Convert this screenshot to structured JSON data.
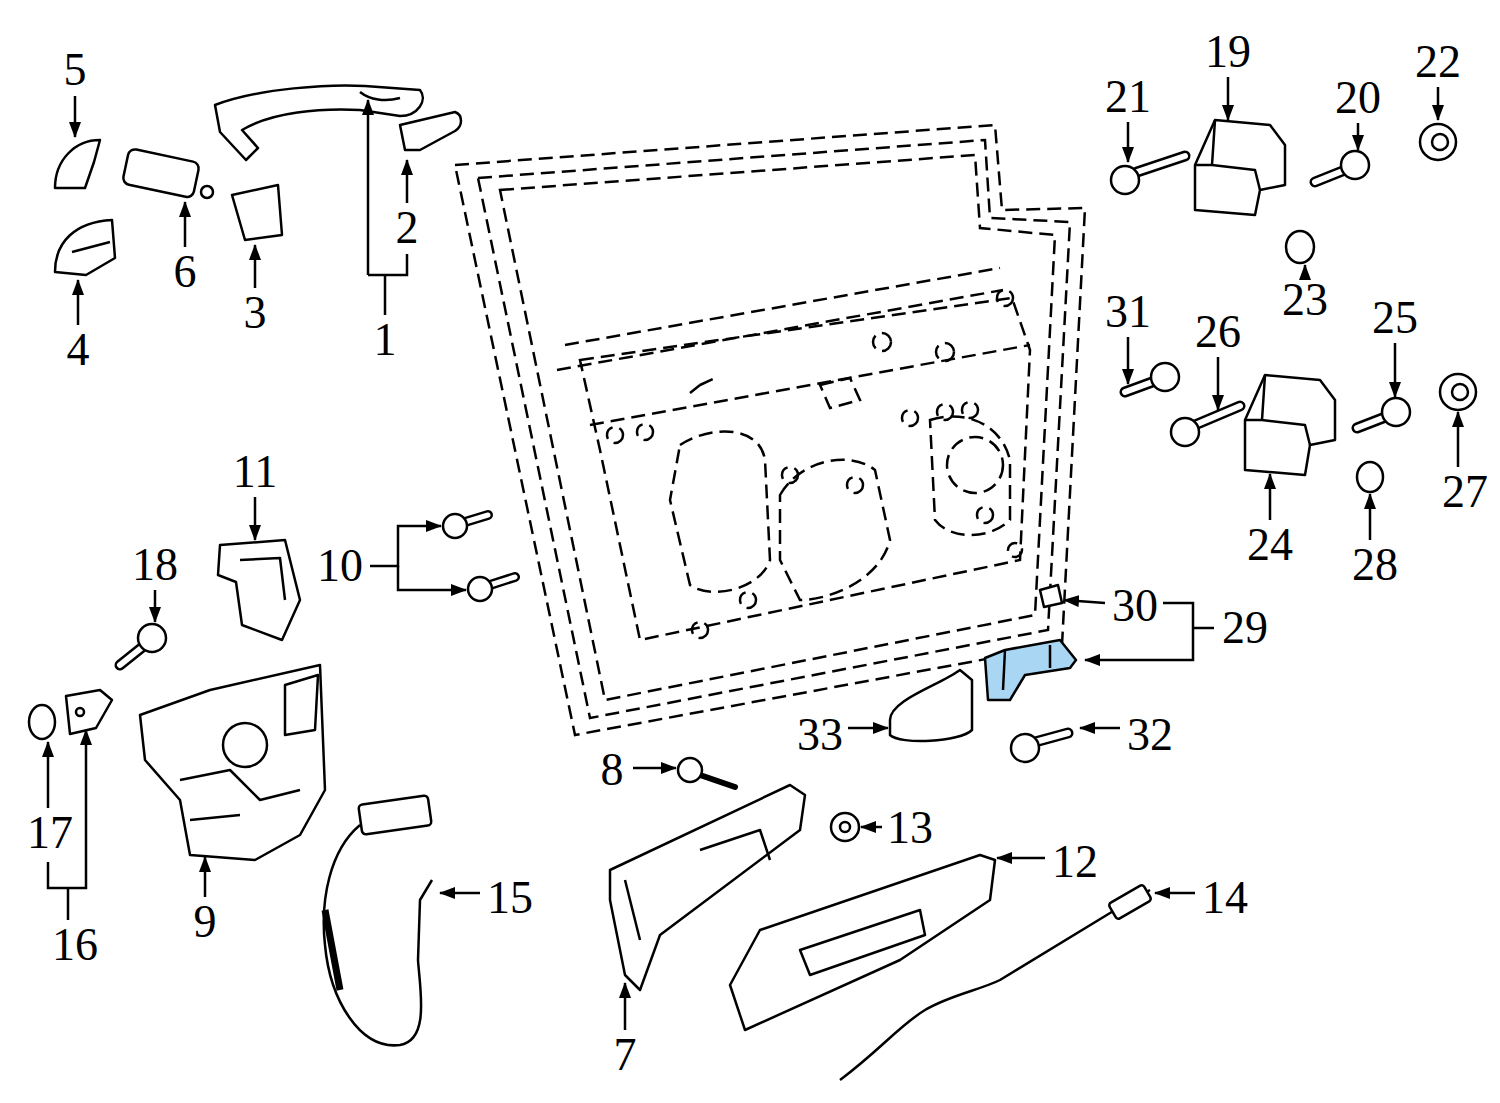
{
  "diagram": {
    "labels": [
      "5",
      "19",
      "22",
      "21",
      "20",
      "2",
      "6",
      "23",
      "3",
      "4",
      "1",
      "31",
      "26",
      "25",
      "27",
      "24",
      "28",
      "11",
      "10",
      "18",
      "30",
      "29",
      "33",
      "32",
      "8",
      "13",
      "12",
      "17",
      "15",
      "14",
      "9",
      "16",
      "7"
    ]
  }
}
